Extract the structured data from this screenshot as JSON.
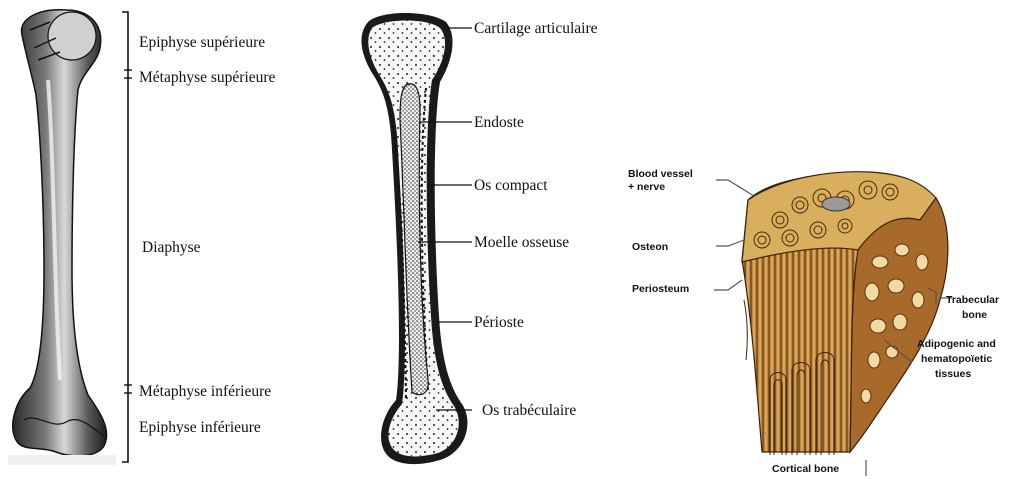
{
  "panel_humerus": {
    "labels": {
      "epiphyse_sup": "Epiphyse supérieure",
      "metaphyse_sup": "Métaphyse supérieure",
      "diaphyse": "Diaphyse",
      "metaphyse_inf": "Métaphyse inférieure",
      "epiphyse_inf": "Epiphyse inférieure"
    }
  },
  "panel_section": {
    "labels": {
      "cartilage": "Cartilage articulaire",
      "endoste": "Endoste",
      "os_compact": "Os compact",
      "moelle": "Moelle osseuse",
      "perioste": "Périoste",
      "os_trabeculaire": "Os trabéculaire"
    }
  },
  "panel_microstructure": {
    "labels": {
      "blood_vessel_1": "Blood vessel",
      "blood_vessel_2": "+ nerve",
      "osteon": "Osteon",
      "periosteum": "Periosteum",
      "trabecular_1": "Trabecular",
      "trabecular_2": "bone",
      "adipogenic_1": "Adipogenic and",
      "adipogenic_2": "hematopoïetic",
      "adipogenic_3": "tissues",
      "cortical": "Cortical bone"
    }
  }
}
